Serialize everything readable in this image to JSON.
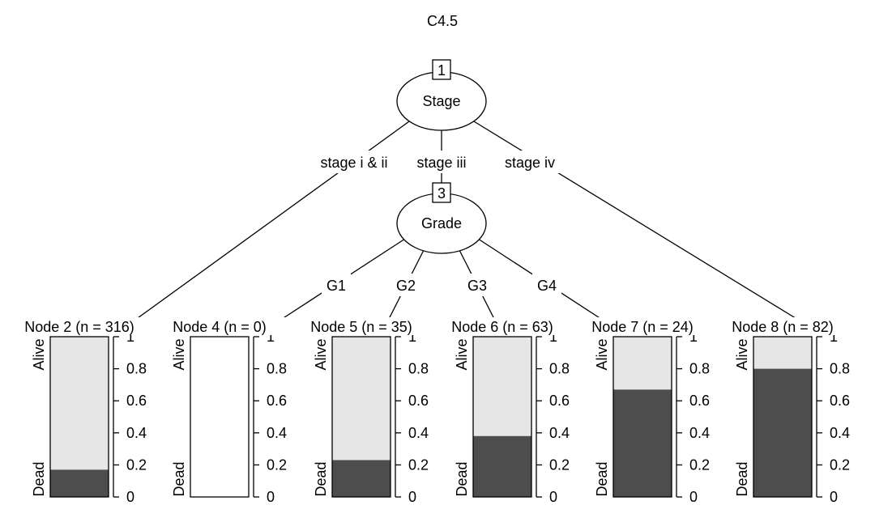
{
  "title": "C4.5",
  "inner_nodes": [
    {
      "id": "1",
      "label": "Stage"
    },
    {
      "id": "3",
      "label": "Grade"
    }
  ],
  "edge_labels": {
    "stage": [
      "stage i & ii",
      "stage iii",
      "stage iv"
    ],
    "grade": [
      "G1",
      "G2",
      "G3",
      "G4"
    ]
  },
  "response_levels": [
    "Alive",
    "Dead"
  ],
  "axis_ticks": [
    "0",
    "0.2",
    "0.4",
    "0.6",
    "0.8",
    "1"
  ],
  "colors": {
    "dead": "#4d4d4d",
    "alive": "#e6e6e6",
    "line": "#000000"
  },
  "chart_data": {
    "type": "bar",
    "stacked": true,
    "categories": [
      "Node 2 (n = 316)",
      "Node 4 (n = 0)",
      "Node 5 (n = 35)",
      "Node 6 (n = 63)",
      "Node 7 (n = 24)",
      "Node 8 (n = 82)"
    ],
    "series": [
      {
        "name": "Dead",
        "values": [
          0.17,
          0.0,
          0.23,
          0.38,
          0.67,
          0.8
        ]
      },
      {
        "name": "Alive",
        "values": [
          0.83,
          0.0,
          0.77,
          0.62,
          0.33,
          0.2
        ]
      }
    ],
    "ylim": [
      0,
      1
    ]
  }
}
